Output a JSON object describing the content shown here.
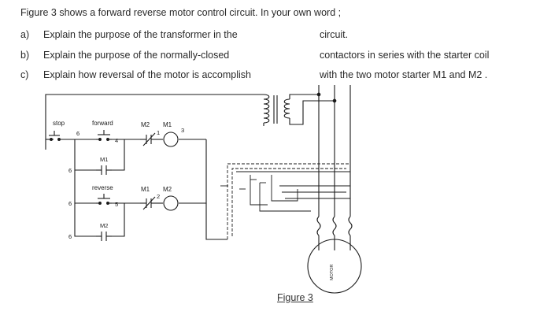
{
  "document": {
    "intro": "Figure 3 shows a forward reverse motor control circuit. In your own word ;",
    "questions": [
      {
        "label": "a)",
        "text": "Explain the purpose of the transformer in the",
        "continuation": "circuit."
      },
      {
        "label": "b)",
        "text": "Explain the purpose of the normally-closed",
        "continuation": "contactors in series with the starter coil"
      },
      {
        "label": "c)",
        "text": "Explain how reversal of the motor is accomplish",
        "continuation": "with the two motor starter M1 and M2 ."
      }
    ],
    "caption": "Figure 3"
  },
  "diagram": {
    "stop": "stop",
    "forward": "forward",
    "reverse": "reverse",
    "m1": "M1",
    "m2": "M2",
    "n1": "1",
    "n2": "2",
    "n3": "3",
    "n4": "4",
    "n5": "5",
    "n6": "6",
    "motor": "MOTOR"
  }
}
